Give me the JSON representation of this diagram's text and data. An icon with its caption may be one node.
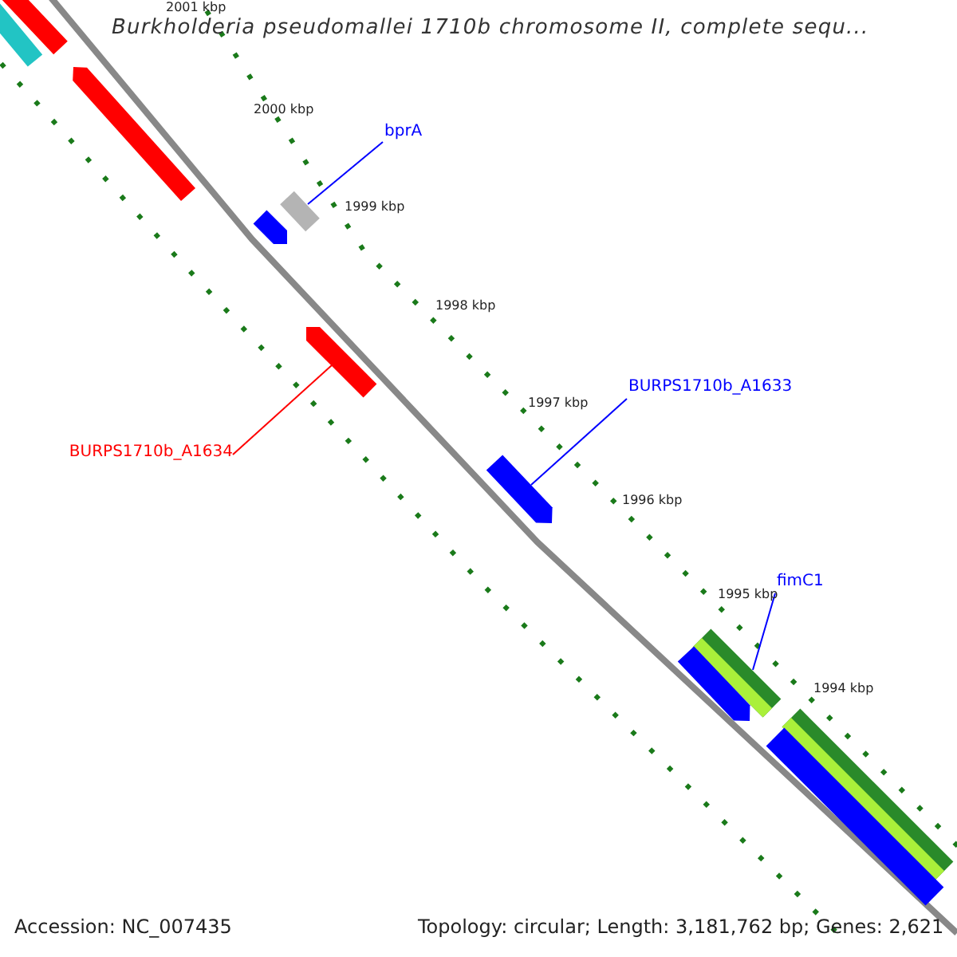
{
  "diagram": {
    "title": "Burkholderia pseudomallei 1710b chromosome II, complete sequ...",
    "nodes": [
      {
        "text": [],
        "shape": "bar"
      },
      {
        "text": [],
        "shape": "bar"
      },
      {
        "text": [],
        "shape": "arrow"
      },
      {
        "text": [
          "bprA"
        ]
      },
      {
        "text": [],
        "shape": "bar"
      },
      {
        "text": [],
        "shape": "arrow"
      },
      {
        "text": [],
        "shape": "arrow"
      },
      {
        "text": [
          "BURPS1710b_A1633"
        ]
      },
      {
        "text": [
          "BURPS1710b_A1634"
        ]
      },
      {
        "text": [],
        "shape": "arrow"
      },
      {
        "text": [
          "fimC1"
        ]
      },
      {
        "text": [],
        "shape": "bar"
      },
      {
        "text": [],
        "shape": "arrow"
      },
      {
        "text": [],
        "shape": "bar"
      },
      {
        "text": [],
        "shape": "bar"
      }
    ],
    "edges": [
      {
        "from": 3,
        "to": 4,
        "arrow": "none"
      },
      {
        "from": 7,
        "to": 9,
        "arrow": "none"
      },
      {
        "from": 8,
        "to": 6,
        "arrow": "none",
        "color": "#ff0000"
      },
      {
        "from": 10,
        "to": 11,
        "arrow": "none"
      }
    ],
    "labels": [
      "2001 kbp",
      "2000 kbp",
      "1999 kbp",
      "1998 kbp",
      "1997 kbp",
      "1996 kbp",
      "1995 kbp",
      "1994 kbp",
      "Accession: NC_007435",
      "Topology: circular; Length: 3,181,762 bp; Genes: 2,621"
    ]
  }
}
